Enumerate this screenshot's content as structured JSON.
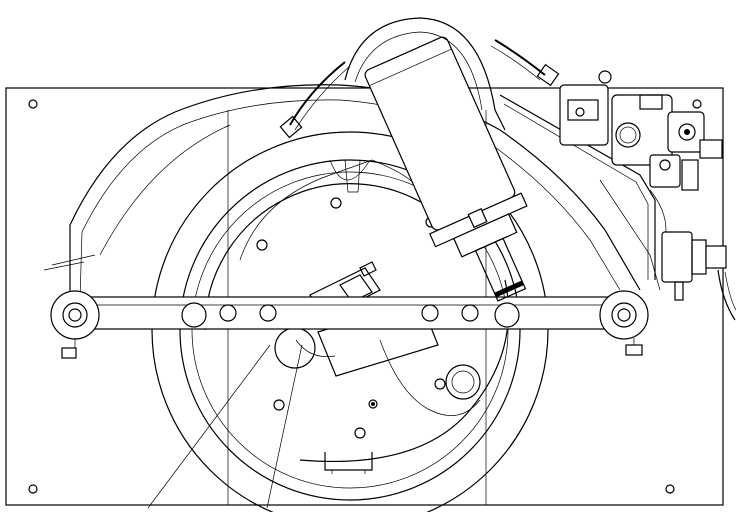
{
  "drawing": {
    "view": "top view",
    "line_color": "#000000",
    "background_color": "#ffffff",
    "components": [
      "base-plate",
      "mounting-hole",
      "wheel-housing",
      "rotary-table",
      "crossbar",
      "pivot-bearing",
      "cylinder-body",
      "hydraulic-hose",
      "valve-block",
      "hand-valve",
      "cam-follower",
      "leader-line"
    ]
  }
}
